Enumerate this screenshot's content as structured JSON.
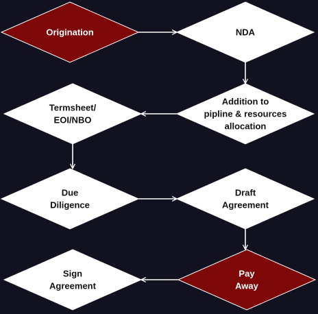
{
  "diagram": {
    "colors": {
      "background": "#11111f",
      "default_fill": "#ffffff",
      "default_text": "#111111",
      "highlight_fill": "#7e0707",
      "highlight_text": "#ffffff",
      "node_stroke": "#ffffff",
      "connector": "#ffffff"
    },
    "nodes": [
      {
        "id": "origination",
        "lines": [
          "Origination"
        ],
        "highlight": true
      },
      {
        "id": "nda",
        "lines": [
          "NDA"
        ],
        "highlight": false
      },
      {
        "id": "addition",
        "lines": [
          "Addition to",
          "pipline & resources",
          "allocation"
        ],
        "highlight": false
      },
      {
        "id": "termsheet",
        "lines": [
          "Termsheet/",
          "EOI/NBO"
        ],
        "highlight": false
      },
      {
        "id": "due-diligence",
        "lines": [
          "Due",
          "Diligence"
        ],
        "highlight": false
      },
      {
        "id": "draft-agreement",
        "lines": [
          "Draft",
          "Agreement"
        ],
        "highlight": false
      },
      {
        "id": "pay-away",
        "lines": [
          "Pay",
          "Away"
        ],
        "highlight": true
      },
      {
        "id": "sign-agreement",
        "lines": [
          "Sign",
          "Agreement"
        ],
        "highlight": false
      }
    ],
    "edges": [
      {
        "from": "origination",
        "to": "nda"
      },
      {
        "from": "nda",
        "to": "addition"
      },
      {
        "from": "addition",
        "to": "termsheet"
      },
      {
        "from": "termsheet",
        "to": "due-diligence"
      },
      {
        "from": "due-diligence",
        "to": "draft-agreement"
      },
      {
        "from": "draft-agreement",
        "to": "pay-away"
      },
      {
        "from": "pay-away",
        "to": "sign-agreement"
      }
    ]
  }
}
